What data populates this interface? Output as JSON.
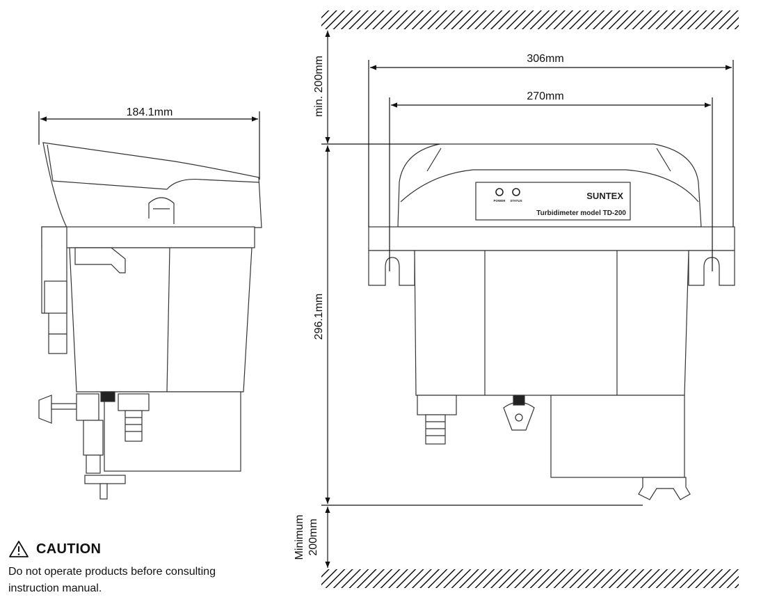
{
  "dimensions": {
    "side_width": "184.1mm",
    "overall_width": "306mm",
    "body_width": "270mm",
    "top_clearance": "min. 200mm",
    "height": "296.1mm",
    "bottom_clearance_line1": "Minimum",
    "bottom_clearance_line2": "200mm"
  },
  "panel": {
    "brand": "SUNTEX",
    "model": "Turbidimeter model TD-200",
    "led_power": "POWER",
    "led_status": "STATUS"
  },
  "caution": {
    "title": "CAUTION",
    "text": "Do not operate products before consulting instruction manual."
  },
  "icons": [
    "warning-triangle-icon"
  ]
}
